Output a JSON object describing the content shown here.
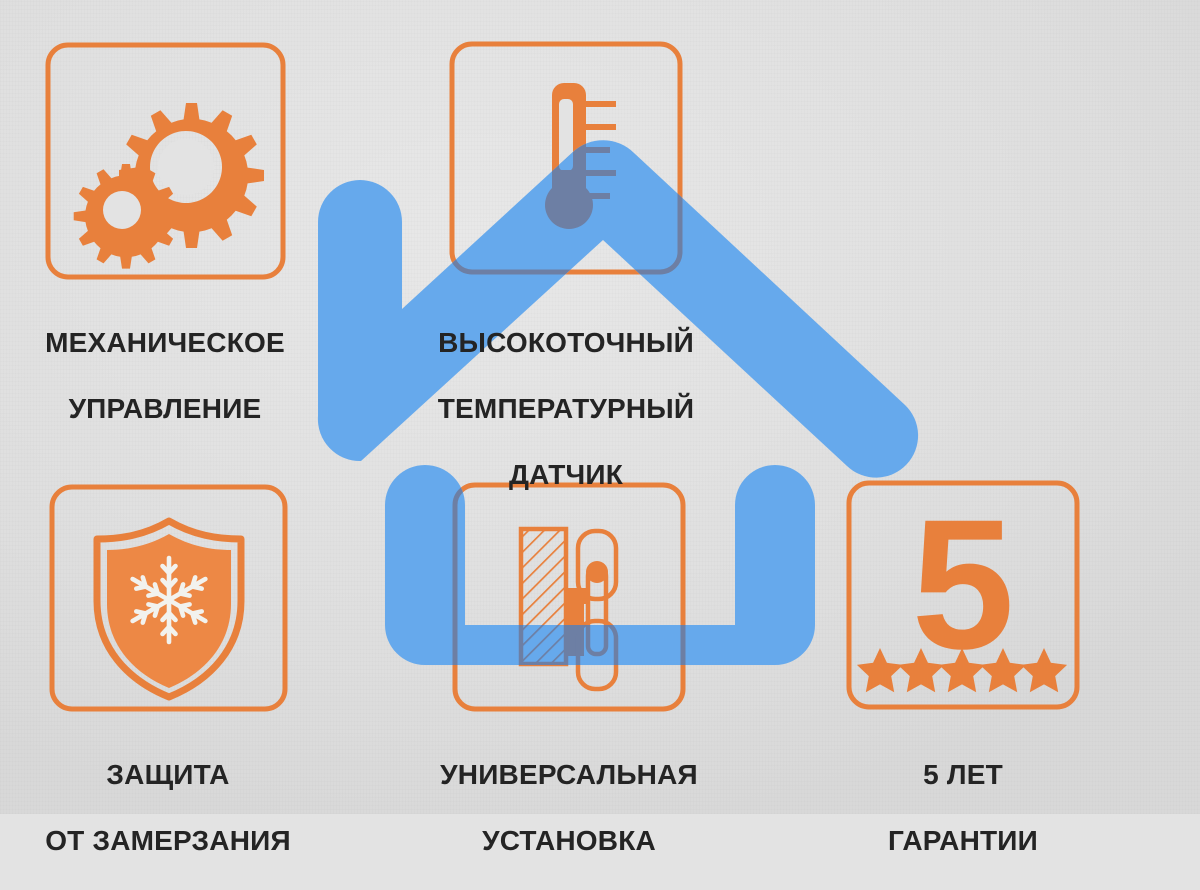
{
  "theme": {
    "background": "#e3e3e3",
    "orange": "#e8803c",
    "blue": "#66a9ec",
    "slate": "#6d7fa4",
    "text": "#242424",
    "panel_fill": "#e4e4e4"
  },
  "features": [
    {
      "id": "mechanical-control",
      "icon": "gears-icon",
      "label": "МЕХАНИЧЕСКОЕ\nУПРАВЛЕНИЕ",
      "line1": "МЕХАНИЧЕСКОЕ",
      "line2": "УПРАВЛЕНИЕ"
    },
    {
      "id": "temperature-sensor",
      "icon": "thermometer-icon",
      "label": "ВЫСОКОТОЧНЫЙ\nТЕМПЕРАТУРНЫЙ\nДАТЧИК",
      "line1": "ВЫСОКОТОЧНЫЙ",
      "line2": "ТЕМПЕРАТУРНЫЙ",
      "line3": "ДАТЧИК"
    },
    {
      "id": "freeze-protection",
      "icon": "shield-snowflake-icon",
      "label": "ЗАЩИТА\nОТ ЗАМЕРЗАНИЯ",
      "line1": "ЗАЩИТА",
      "line2": "ОТ ЗАМЕРЗАНИЯ"
    },
    {
      "id": "universal-installation",
      "icon": "wall-mount-bracket-icon",
      "label": "УНИВЕРСАЛЬНАЯ\nУСТАНОВКА",
      "line1": "УНИВЕРСАЛЬНАЯ",
      "line2": "УСТАНОВКА"
    },
    {
      "id": "five-year-warranty",
      "icon": "warranty-stars-icon",
      "label": "5 ЛЕТ\nГАРАНТИИ",
      "line1": "5 ЛЕТ",
      "line2": "ГАРАНТИИ",
      "big_number": "5",
      "stars": 5
    }
  ]
}
